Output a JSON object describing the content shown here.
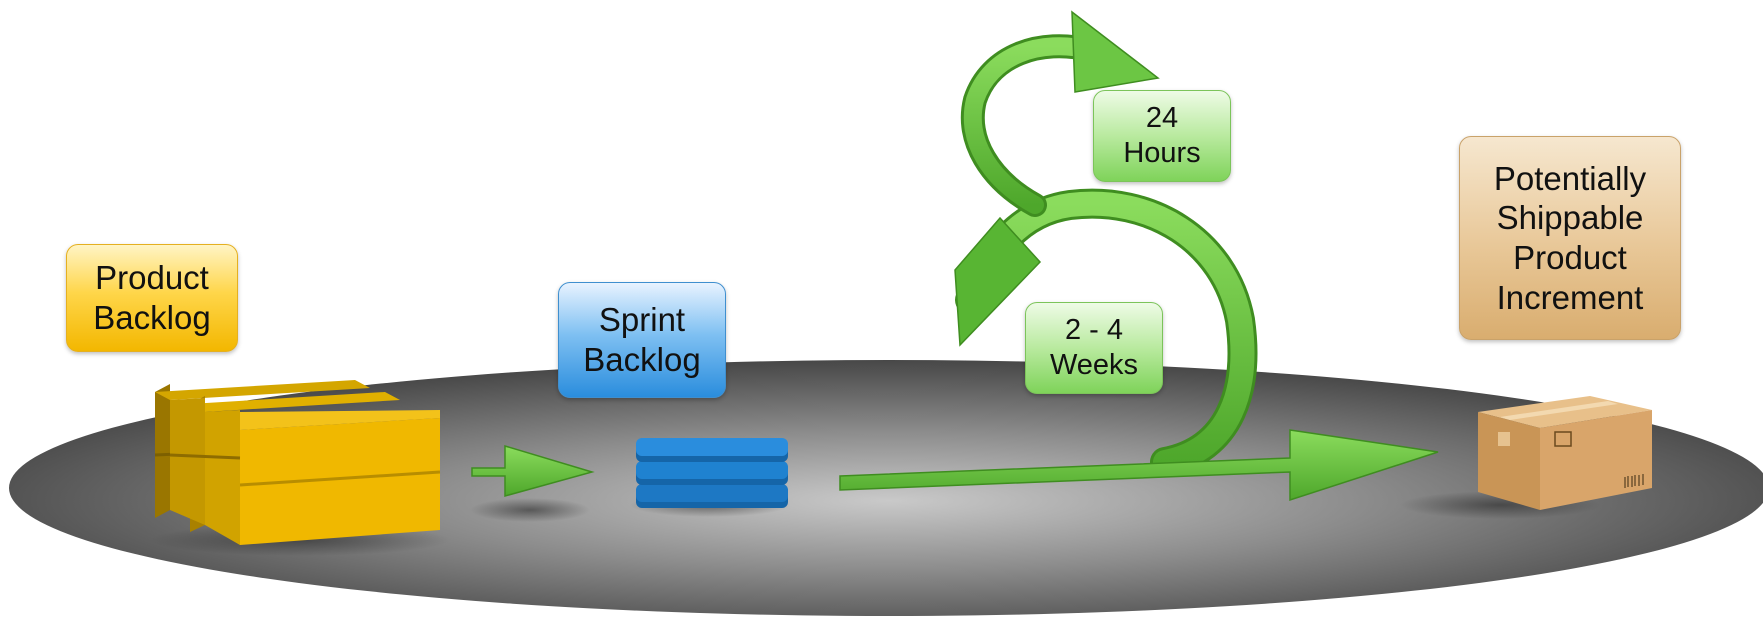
{
  "labels": {
    "product_backlog": [
      "Product",
      "Backlog"
    ],
    "sprint_backlog": [
      "Sprint",
      "Backlog"
    ],
    "daily_cycle": [
      "24",
      "Hours"
    ],
    "sprint_cycle": [
      "2 - 4",
      "Weeks"
    ],
    "increment": [
      "Potentially",
      "Shippable",
      "Product",
      "Increment"
    ]
  },
  "colors": {
    "product_backlog": "#f0b800",
    "sprint_backlog": "#1d78c4",
    "arrow": "#6cc644",
    "package": "#d9a56a",
    "platform": "#4a4a4a"
  },
  "icons": [
    "product-backlog-stack-icon",
    "sprint-backlog-stack-icon",
    "cardboard-box-icon"
  ]
}
